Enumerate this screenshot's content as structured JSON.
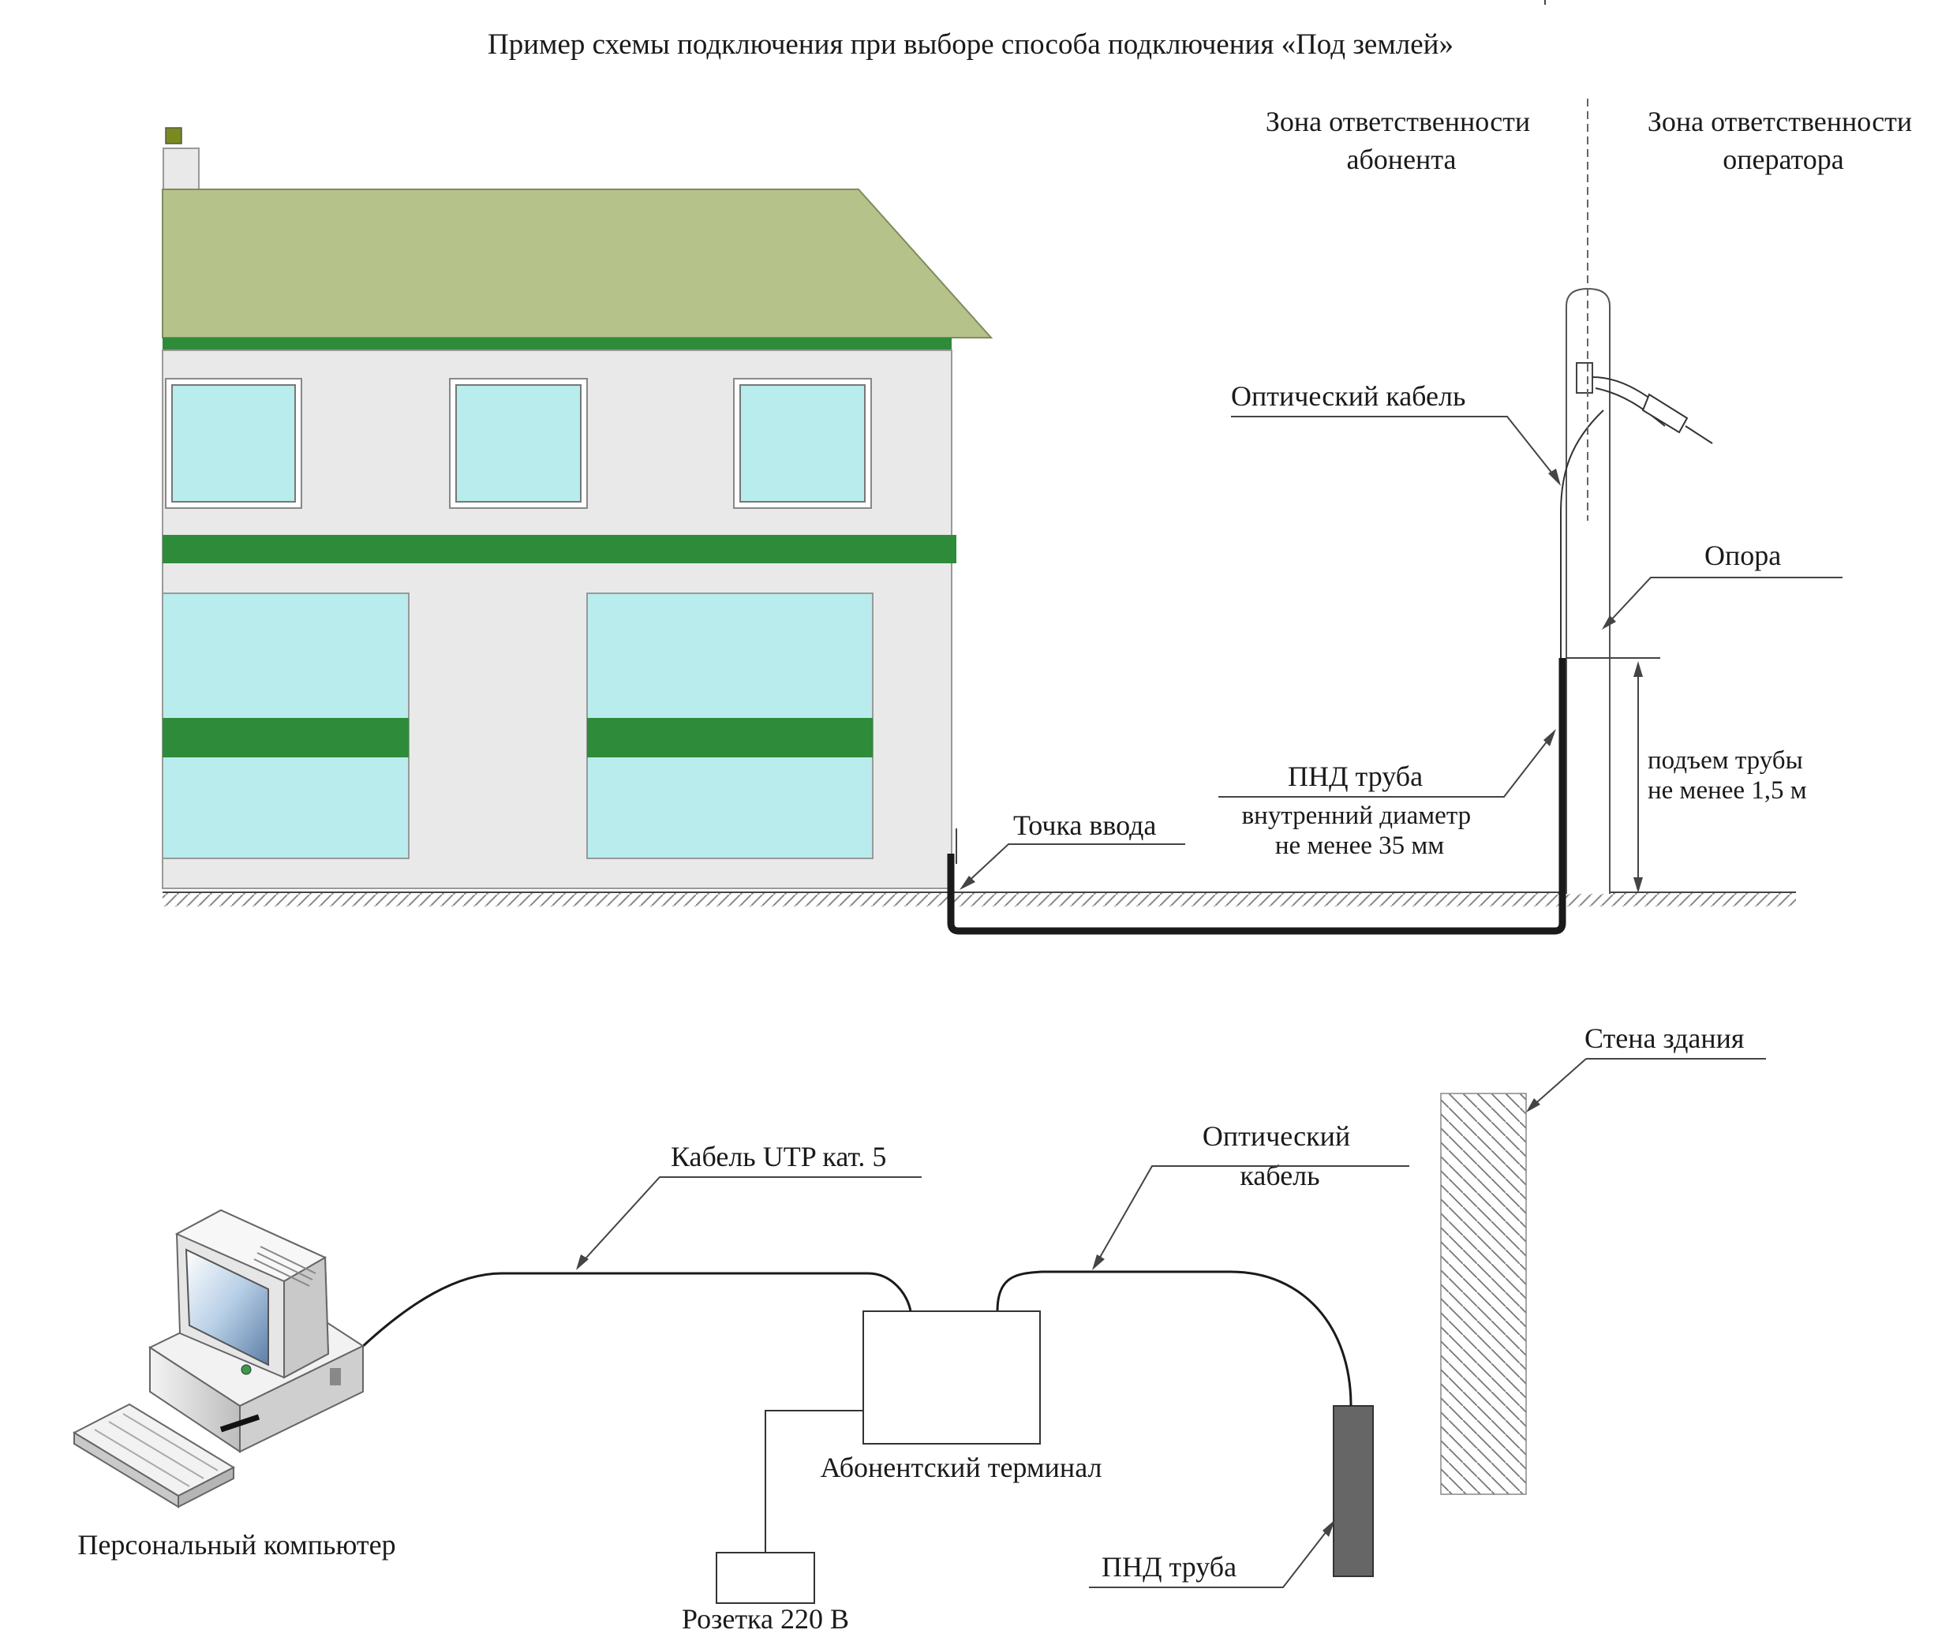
{
  "title": "Пример схемы подключения при выборе способа подключения «Под землей»",
  "top": {
    "zone_subscriber": [
      "Зона ответственности",
      "абонента"
    ],
    "zone_operator": [
      "Зона ответственности",
      "оператора"
    ],
    "optical_cable": "Оптический кабель",
    "support": "Опора",
    "pnd_pipe": "ПНД труба",
    "pipe_diameter": [
      "внутренний диаметр",
      "не менее 35 мм"
    ],
    "pipe_rise": [
      "подъем трубы",
      "не менее 1,5 м"
    ],
    "entry_point": "Точка ввода"
  },
  "bottom": {
    "building_wall": "Стена здания",
    "utp_cable": "Кабель UTP кат. 5",
    "optical_cable": [
      "Оптический",
      "кабель"
    ],
    "terminal": "Абонентский терминал",
    "pc": "Персональный компьютер",
    "socket": "Розетка 220 В",
    "pnd_pipe": "ПНД труба"
  },
  "colors": {
    "roof": "#b5c28a",
    "wall": "#e9e9e9",
    "glass": "#b9ecec",
    "stripe": "#2e8b3a",
    "pipe": "#1a1a1a",
    "pipe_end": "#666666"
  }
}
